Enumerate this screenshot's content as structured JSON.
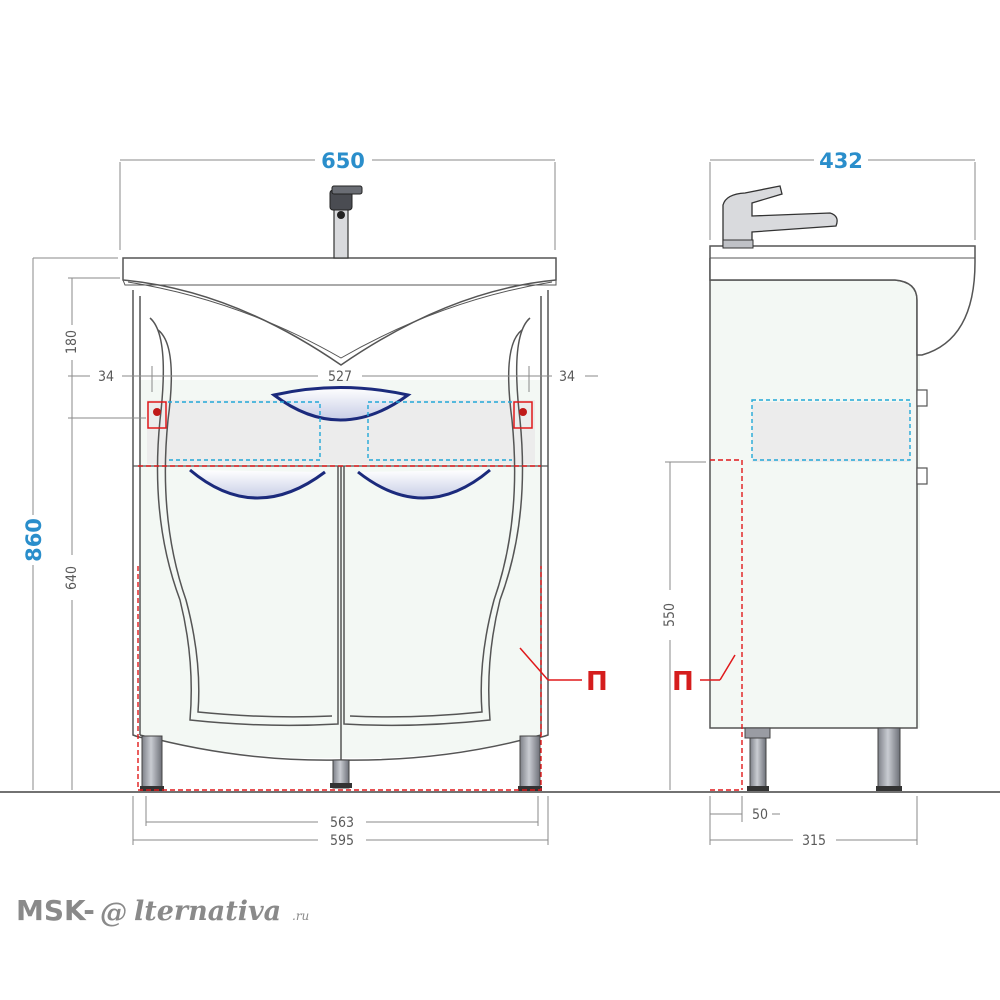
{
  "front_view": {
    "overall_width": "650",
    "overall_height": "860",
    "top_section_height": "180",
    "lower_section_height": "640",
    "left_inset": "34",
    "inner_width": "527",
    "right_inset": "34",
    "base_width_inner": "563",
    "base_width_outer": "595",
    "plinth_marker": "П"
  },
  "side_view": {
    "overall_depth": "432",
    "niche_height": "550",
    "plinth_depth": "50",
    "body_depth": "315",
    "plinth_marker": "П"
  },
  "watermark": {
    "brand_left": "MSK-",
    "brand_at": "@",
    "brand_right": "lternativa",
    "brand_suffix": ".ru"
  },
  "colors": {
    "dimension_blue": "#2a8ecb",
    "marker_red": "#e0191b",
    "guide_blue": "#22a7d7",
    "outline": "#555555",
    "handle_navy": "#1b2a7c"
  }
}
